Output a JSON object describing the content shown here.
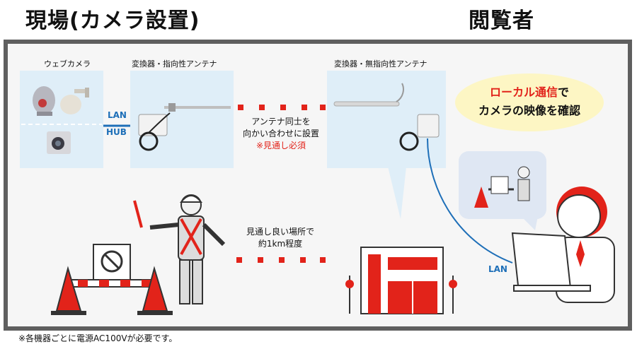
{
  "headings": {
    "site": "現場(カメラ設置)",
    "viewer": "閲覧者"
  },
  "devices": {
    "webcam_label": "ウェブカメラ",
    "directional_label": "変換器・指向性アンテナ",
    "omni_label": "変換器・無指向性アンテナ"
  },
  "links": {
    "lan_label": "LAN",
    "hub_label": "HUB",
    "lan_label_bottom": "LAN"
  },
  "notes": {
    "antenna_line1": "アンテナ同士を",
    "antenna_line2": "向かい合わせに設置",
    "antenna_line3": "※見通し必須",
    "range_line1": "見通し良い場所で",
    "range_line2": "約1km程度"
  },
  "bubble": {
    "highlight": "ローカル通信",
    "suffix": "で",
    "line2": "カメラの映像を確認"
  },
  "footnote": "※各機器ごとに電源AC100Vが必要です。",
  "colors": {
    "frame": "#5f5f5f",
    "panel": "#dfeef8",
    "accent_red": "#e2231a",
    "link_blue": "#1e6fb8",
    "bubble": "#fdf6c4"
  }
}
